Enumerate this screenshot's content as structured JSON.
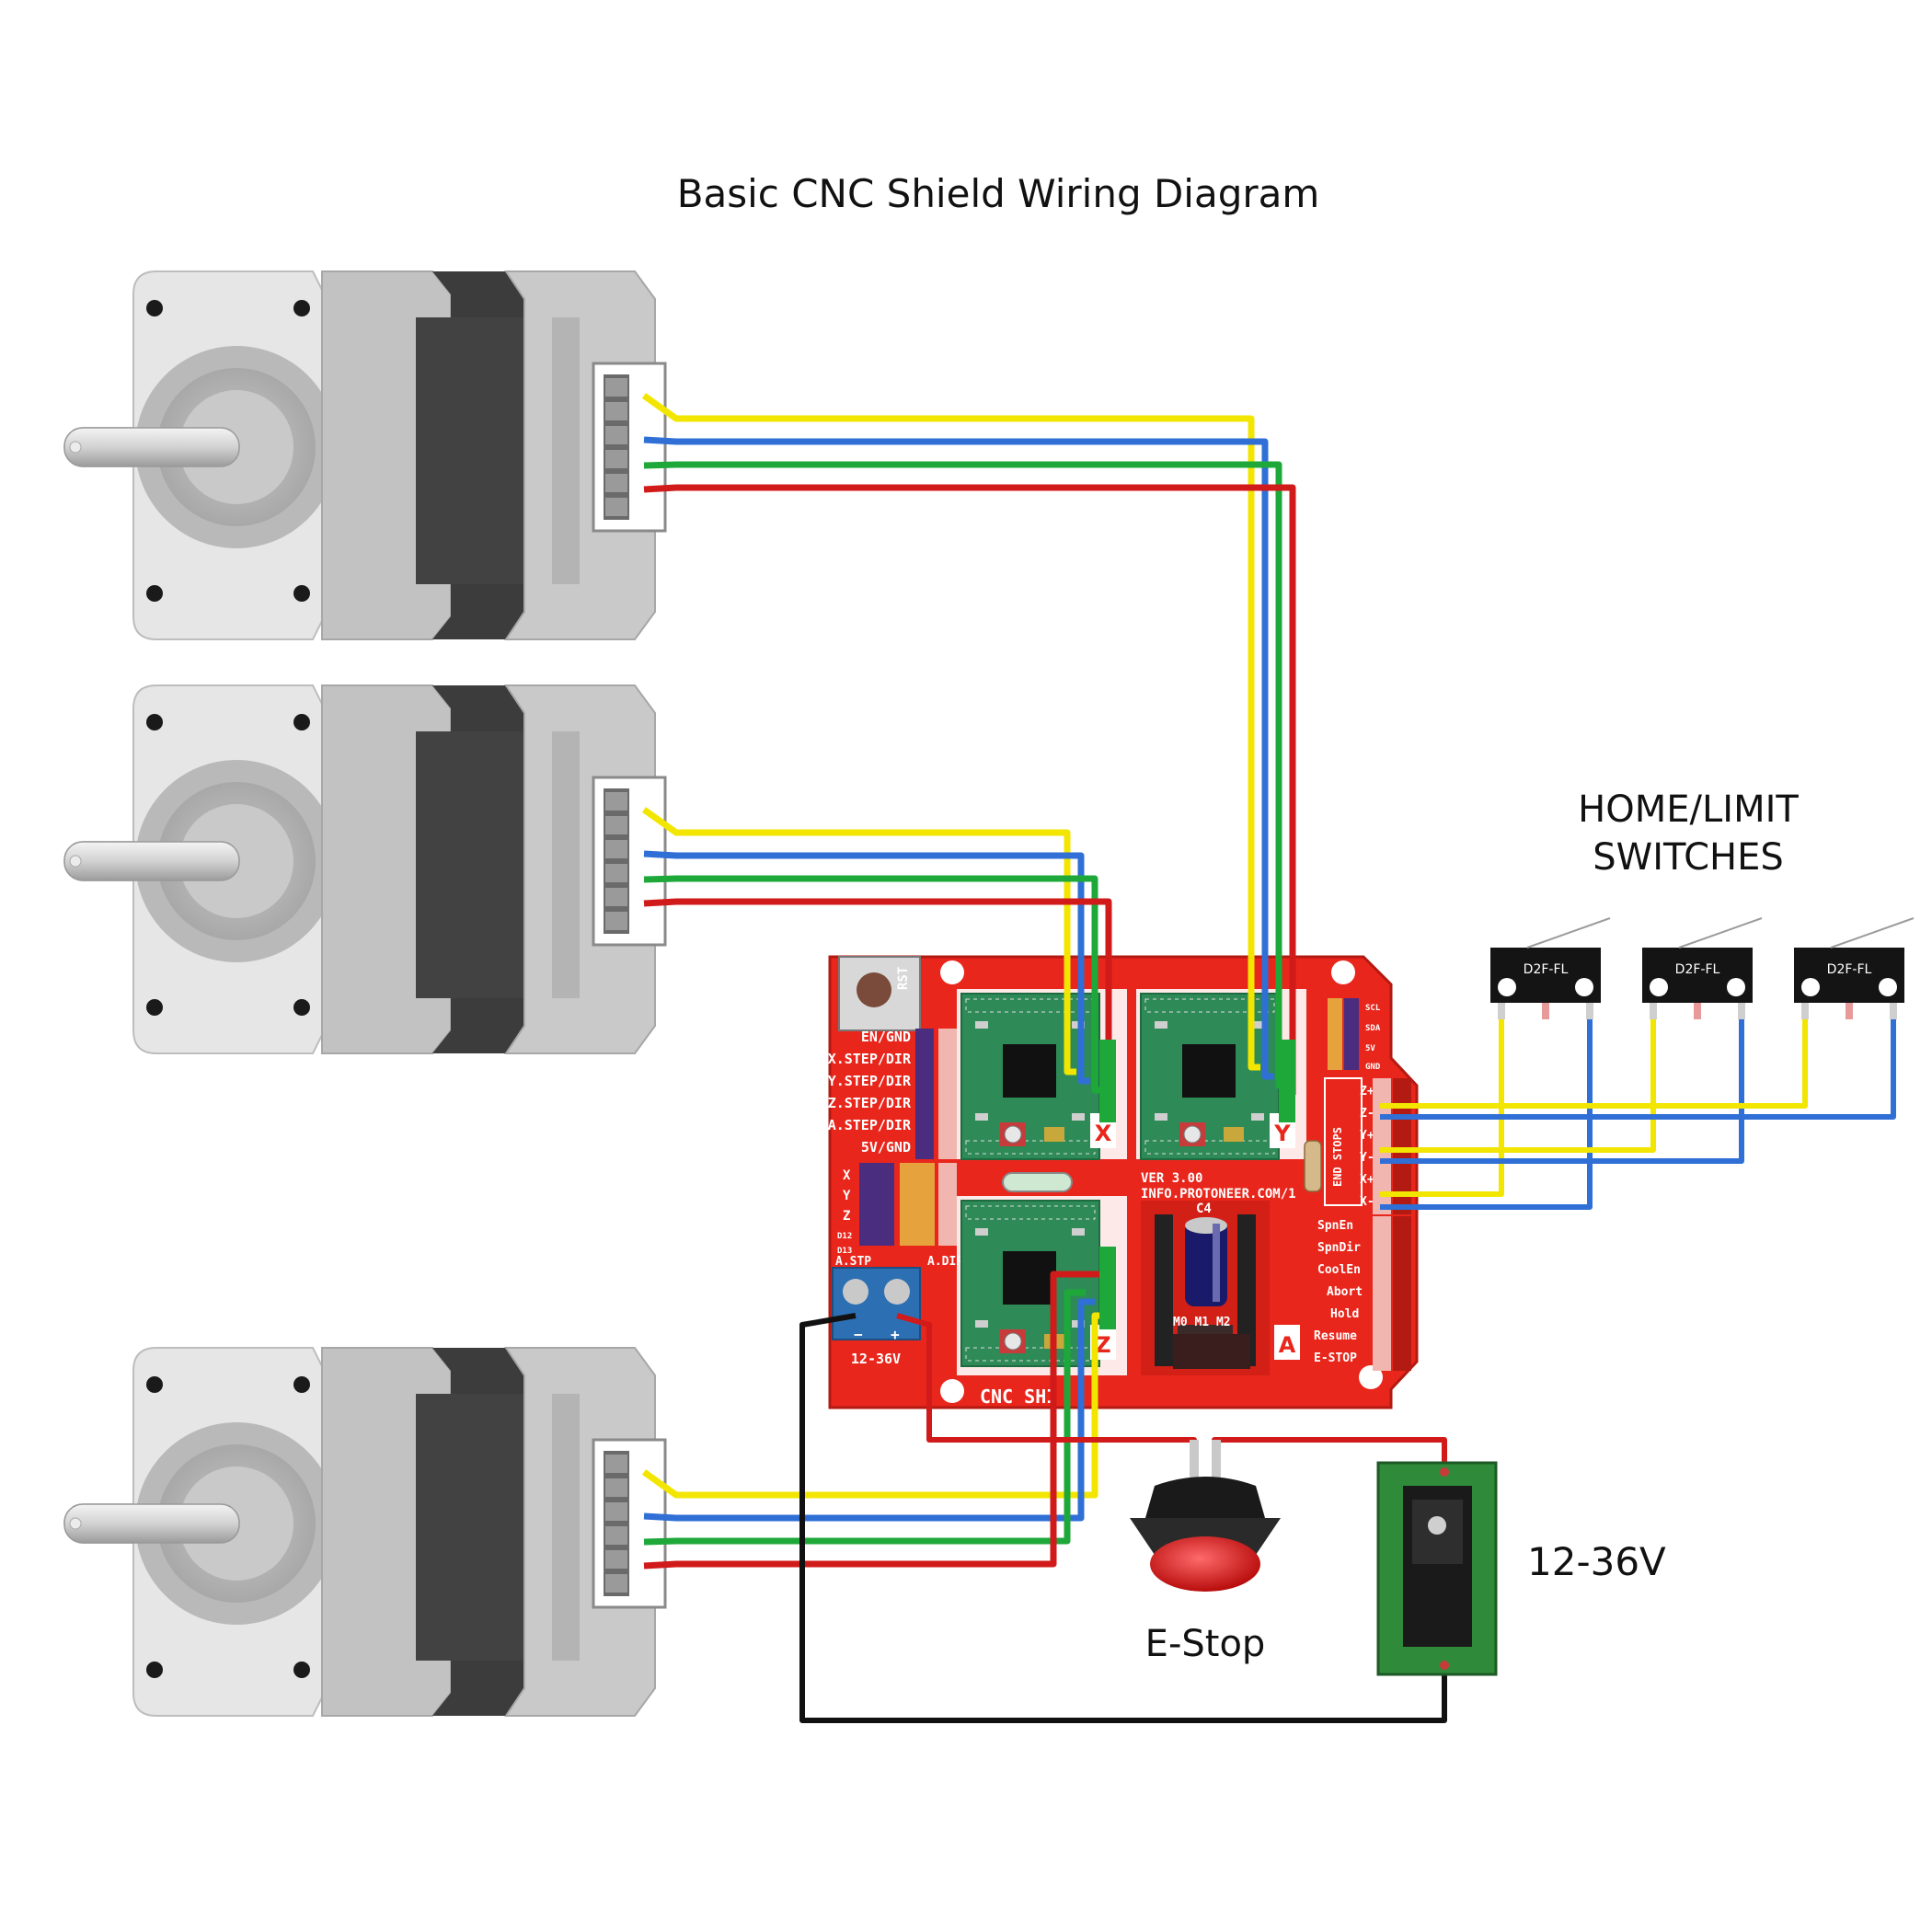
{
  "title": "Basic CNC Shield Wiring Diagram",
  "switches_label_line1": "HOME/LIMIT",
  "switches_label_line2": "SWITCHES",
  "estop_label": "E-Stop",
  "psu_label": "12-36V",
  "switch_model": "D2F-FL",
  "shield": {
    "rst": "RST",
    "pins_left": [
      "EN/GND",
      "X.STEP/DIR",
      "Y.STEP/DIR",
      "Z.STEP/DIR",
      "A.STEP/DIR",
      "5V/GND"
    ],
    "axis_small": [
      "X",
      "Y",
      "Z",
      "D12",
      "D13"
    ],
    "a_stp": "A.STP",
    "a_dir": "A.DIR",
    "slot_x": "X",
    "slot_y": "Y",
    "slot_z": "Z",
    "slot_a": "A",
    "ver": "VER 3.00",
    "url": "INFO.PROTONEER.COM/1",
    "cap": "C4",
    "microstep": "M0 M1 M2",
    "endstops": "END STOPS",
    "endstop_pins": [
      "Z+",
      "Z-",
      "Y+",
      "Y-",
      "X+",
      "X-"
    ],
    "right_pins": [
      "SpnEn",
      "SpnDir",
      "CoolEn",
      "Abort",
      "Hold",
      "Resume",
      "E-STOP"
    ],
    "top_right": [
      "SCL",
      "SDA",
      "5V",
      "GND"
    ],
    "power": "12-36V",
    "terminal_minus": "−",
    "terminal_plus": "+",
    "name": "CNC SHI"
  },
  "colors": {
    "wire_yellow": "#f2e600",
    "wire_blue": "#2f6fd6",
    "wire_green": "#1fa83a",
    "wire_red": "#d11a1a",
    "wire_black": "#111111",
    "board_red": "#e8261c",
    "driver_green": "#2e8b57"
  }
}
